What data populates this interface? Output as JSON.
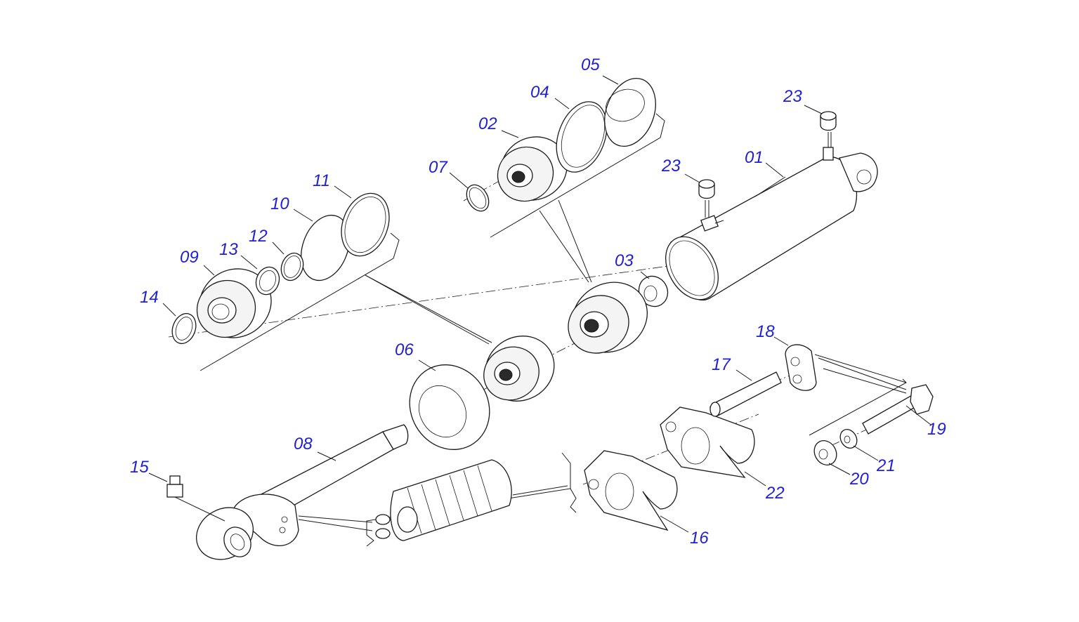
{
  "labels": {
    "p01": "01",
    "p02": "02",
    "p03": "03",
    "p04": "04",
    "p05": "05",
    "p06": "06",
    "p07": "07",
    "p08": "08",
    "p09": "09",
    "p10": "10",
    "p11": "11",
    "p12": "12",
    "p13": "13",
    "p14": "14",
    "p15": "15",
    "p16": "16",
    "p17": "17",
    "p18": "18",
    "p19": "19",
    "p20": "20",
    "p21": "21",
    "p22": "22",
    "p23a": "23",
    "p23b": "23"
  },
  "colors": {
    "label": "#1f1fd6",
    "line": "#1a1a1a"
  }
}
